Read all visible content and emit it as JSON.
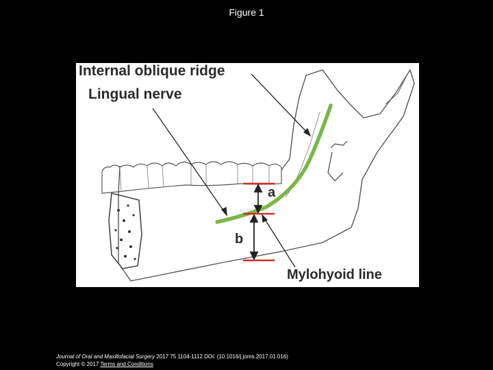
{
  "page": {
    "title": "Figure 1"
  },
  "figure": {
    "labels": {
      "internal_oblique_ridge": "Internal oblique ridge",
      "lingual_nerve": "Lingual nerve",
      "a": "a",
      "b": "b",
      "mylohyoid_line": "Mylohyoid line"
    },
    "colors": {
      "nerve": "#7ab648",
      "marker": "#d42a2a",
      "sketch": "#555555"
    }
  },
  "citation": {
    "journal": "Journal of Oral and Maxillofacial Surgery",
    "details": " 2017 75 1104-1112 DOI: (10.1016/j.joms.2017.01.016)",
    "copyright": "Copyright © 2017 ",
    "terms_link": "Terms and Conditions"
  }
}
